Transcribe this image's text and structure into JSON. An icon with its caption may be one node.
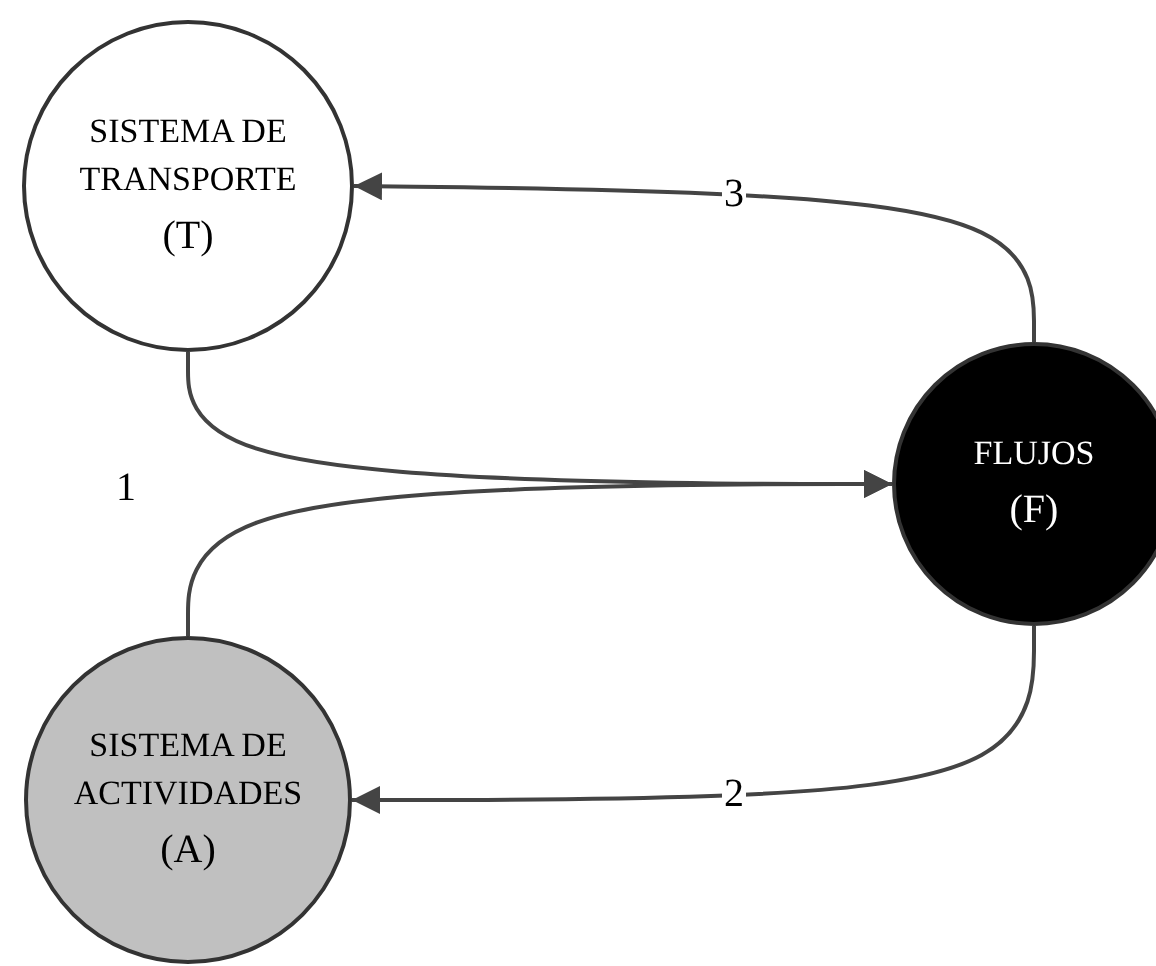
{
  "diagram": {
    "nodes": [
      {
        "text": [
          "SISTEMA DE TRANSPORTE",
          "(T)"
        ]
      },
      {
        "text": [
          "FLUJOS",
          "(F)"
        ]
      },
      {
        "text": [
          "SISTEMA DE ACTIVIDADES",
          "(A)"
        ]
      }
    ],
    "edges": [
      {
        "from": 0,
        "to": 1,
        "arrow": "to"
      },
      {
        "from": 2,
        "to": 1,
        "arrow": "to"
      },
      {
        "from": 1,
        "to": 0,
        "arrow": "to",
        "label": "3"
      },
      {
        "from": 1,
        "to": 2,
        "arrow": "to",
        "label": "2"
      }
    ],
    "labels": [
      "1"
    ]
  }
}
